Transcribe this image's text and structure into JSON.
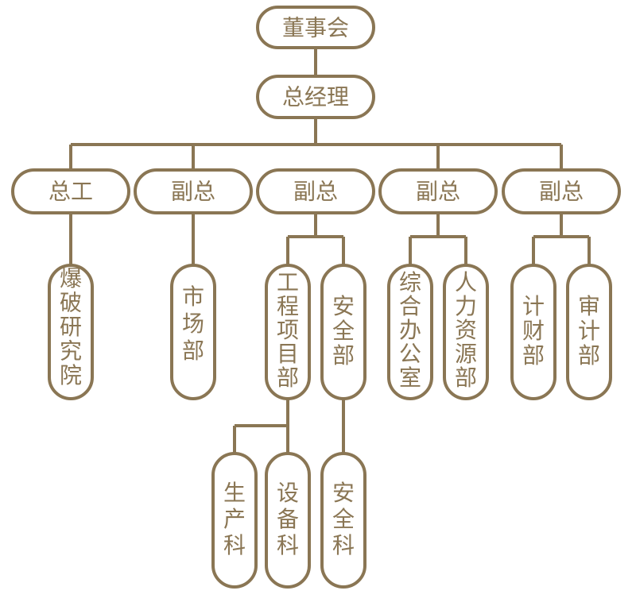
{
  "colors": {
    "stroke": "#8a7654",
    "text": "#8a7654",
    "background": "#ffffff"
  },
  "board": "董事会",
  "gm": "总经理",
  "level2": [
    {
      "label": "总工",
      "children": [
        {
          "label": "爆破研究院"
        }
      ]
    },
    {
      "label": "副总",
      "children": [
        {
          "label": "市场部"
        }
      ]
    },
    {
      "label": "副总",
      "children": [
        {
          "label": "工程项目部",
          "children": [
            {
              "label": "生产科"
            },
            {
              "label": "设备科"
            }
          ]
        },
        {
          "label": "安全部",
          "children": [
            {
              "label": "安全科"
            }
          ]
        }
      ]
    },
    {
      "label": "副总",
      "children": [
        {
          "label": "综合办公室"
        },
        {
          "label": "人力资源部"
        }
      ]
    },
    {
      "label": "副总",
      "children": [
        {
          "label": "计财部"
        },
        {
          "label": "审计部"
        }
      ]
    }
  ]
}
